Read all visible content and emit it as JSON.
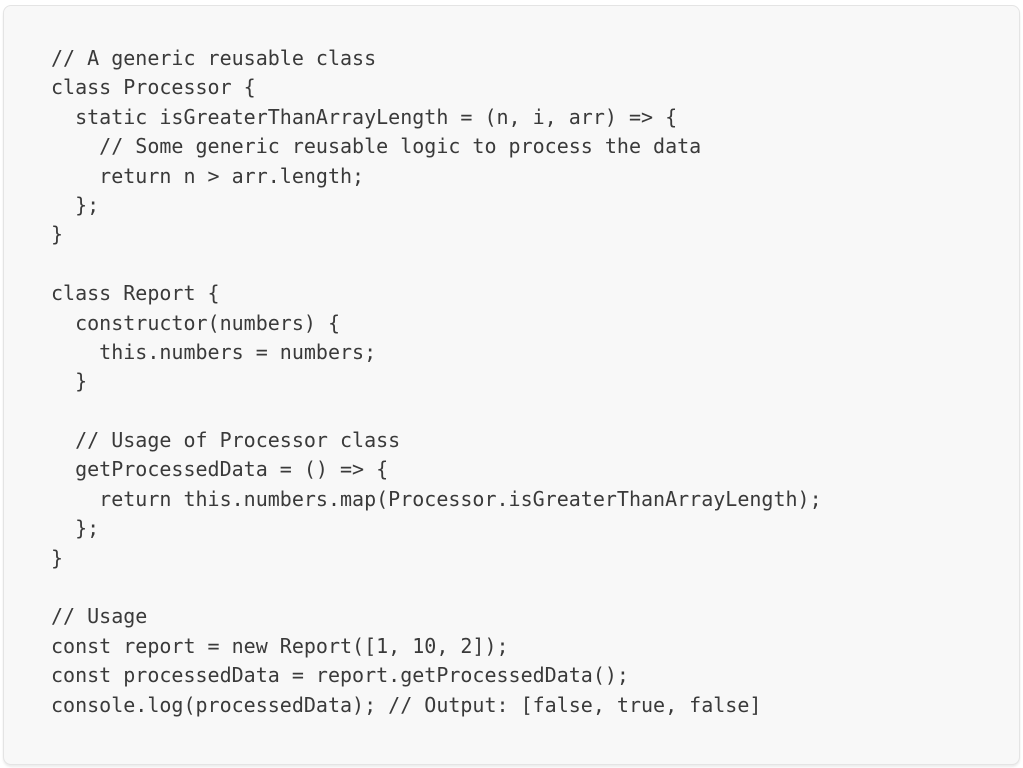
{
  "code_block": {
    "colors": {
      "page_background": "#ffffff",
      "card_background": "#f8f8f8",
      "card_border": "#e4e4e4",
      "code_text": "#3a3a3a"
    },
    "lines": [
      "// A generic reusable class",
      "class Processor {",
      "  static isGreaterThanArrayLength = (n, i, arr) => {",
      "    // Some generic reusable logic to process the data",
      "    return n > arr.length;",
      "  };",
      "}",
      "",
      "class Report {",
      "  constructor(numbers) {",
      "    this.numbers = numbers;",
      "  }",
      "",
      "  // Usage of Processor class",
      "  getProcessedData = () => {",
      "    return this.numbers.map(Processor.isGreaterThanArrayLength);",
      "  };",
      "}",
      "",
      "// Usage",
      "const report = new Report([1, 10, 2]);",
      "const processedData = report.getProcessedData();",
      "console.log(processedData); // Output: [false, true, false]"
    ]
  }
}
